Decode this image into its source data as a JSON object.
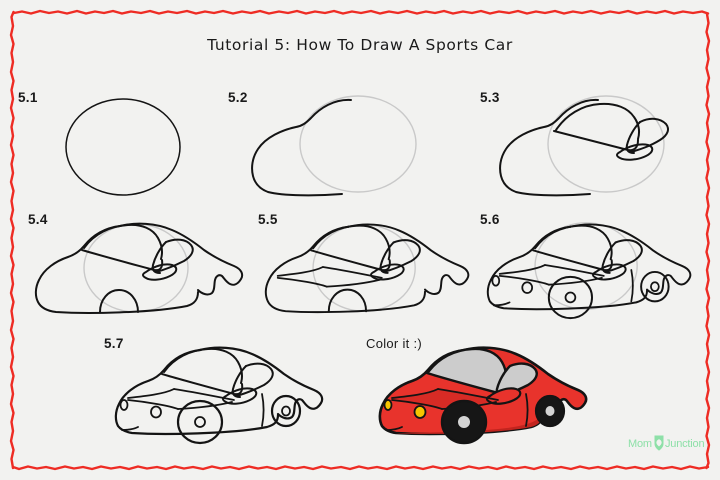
{
  "page": {
    "background_color": "#f2f2f0",
    "border_color": "#ee2c24",
    "ink_color": "#141414",
    "guide_color": "#c9c9c9"
  },
  "title": "Tutorial 5: How To Draw A Sports Car",
  "steps": [
    {
      "label": "5.1",
      "name": "step-5-1",
      "caption": ""
    },
    {
      "label": "5.2",
      "name": "step-5-2",
      "caption": ""
    },
    {
      "label": "5.3",
      "name": "step-5-3",
      "caption": ""
    },
    {
      "label": "5.4",
      "name": "step-5-4",
      "caption": ""
    },
    {
      "label": "5.5",
      "name": "step-5-5",
      "caption": ""
    },
    {
      "label": "5.6",
      "name": "step-5-6",
      "caption": ""
    },
    {
      "label": "5.7",
      "name": "step-5-7",
      "caption": ""
    },
    {
      "label": "Color it :)",
      "name": "step-color-it",
      "caption": ""
    }
  ],
  "color_step": {
    "body_color": "#e8332c",
    "body_shadow_color": "#c2241e",
    "window_color": "#cccccc",
    "wheel_color": "#161616",
    "hub_color": "#d4d4d4",
    "headlight_color": "#f5c400",
    "outline_color": "#141414"
  },
  "logo": {
    "text_left": "Mom",
    "text_right": "Junction",
    "icon": "shield-leaf-icon",
    "color": "#8ee0a8"
  }
}
